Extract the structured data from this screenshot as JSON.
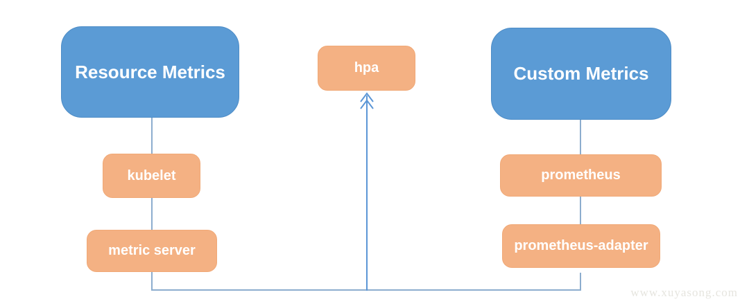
{
  "diagram": {
    "description": "Kubernetes HPA metrics pipeline diagram"
  },
  "nodes": {
    "resource_metrics": {
      "label": "Resource Metrics",
      "role": "group-title"
    },
    "custom_metrics": {
      "label": "Custom Metrics",
      "role": "group-title"
    },
    "hpa": {
      "label": "hpa",
      "role": "component"
    },
    "kubelet": {
      "label": "kubelet",
      "role": "component"
    },
    "metric_server": {
      "label": "metric server",
      "role": "component"
    },
    "prometheus": {
      "label": "prometheus",
      "role": "component"
    },
    "prometheus_adapter": {
      "label": "prometheus-adapter",
      "role": "component"
    }
  },
  "edges": [
    {
      "from": "resource_metrics",
      "to": "kubelet",
      "type": "line"
    },
    {
      "from": "kubelet",
      "to": "metric_server",
      "type": "line"
    },
    {
      "from": "metric_server",
      "to": "bottom_bus",
      "type": "line"
    },
    {
      "from": "custom_metrics",
      "to": "prometheus",
      "type": "line"
    },
    {
      "from": "prometheus",
      "to": "prometheus_adapter",
      "type": "line"
    },
    {
      "from": "prometheus_adapter",
      "to": "bottom_bus",
      "type": "line"
    },
    {
      "from": "bottom_bus",
      "to": "hpa",
      "type": "arrow-up"
    }
  ],
  "watermark": "www.xuyasong.com",
  "colors": {
    "node_primary": "#5b9bd5",
    "node_primary_border": "#4d8cc6",
    "node_secondary": "#f4b183",
    "node_secondary_border": "#f0a876",
    "connector": "#8cadce",
    "arrow": "#5b96d6",
    "node_text": "#ffffff",
    "watermark": "#e6e5df",
    "background": "#ffffff"
  }
}
